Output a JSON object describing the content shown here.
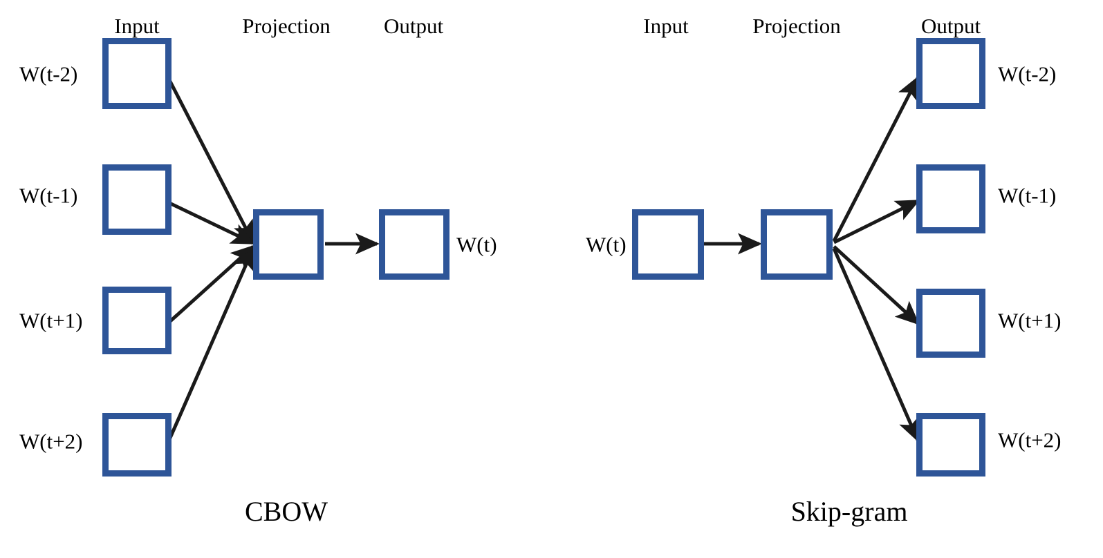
{
  "diagram": {
    "title_hidden": "",
    "accent_color": "#2e5598",
    "line_color": "#1a1a1a",
    "background": "#ffffff"
  },
  "cbow": {
    "caption": "CBOW",
    "column_headers": {
      "input": "Input",
      "projection": "Projection",
      "output": "Output"
    },
    "input_labels": [
      "W(t-2)",
      "W(t-1)",
      "W(t+1)",
      "W(t+2)"
    ],
    "output_label": "W(t)",
    "input_boxes": 4,
    "projection_boxes": 1,
    "output_boxes": 1,
    "flow": "inputs-converge-to-projection-then-output"
  },
  "skipgram": {
    "caption": "Skip-gram",
    "column_headers": {
      "input": "Input",
      "projection": "Projection",
      "output": "Output"
    },
    "input_label": "W(t)",
    "output_labels": [
      "W(t-2)",
      "W(t-1)",
      "W(t+1)",
      "W(t+2)"
    ],
    "input_boxes": 1,
    "projection_boxes": 1,
    "output_boxes": 4,
    "flow": "input-to-projection-then-diverge-to-outputs"
  }
}
